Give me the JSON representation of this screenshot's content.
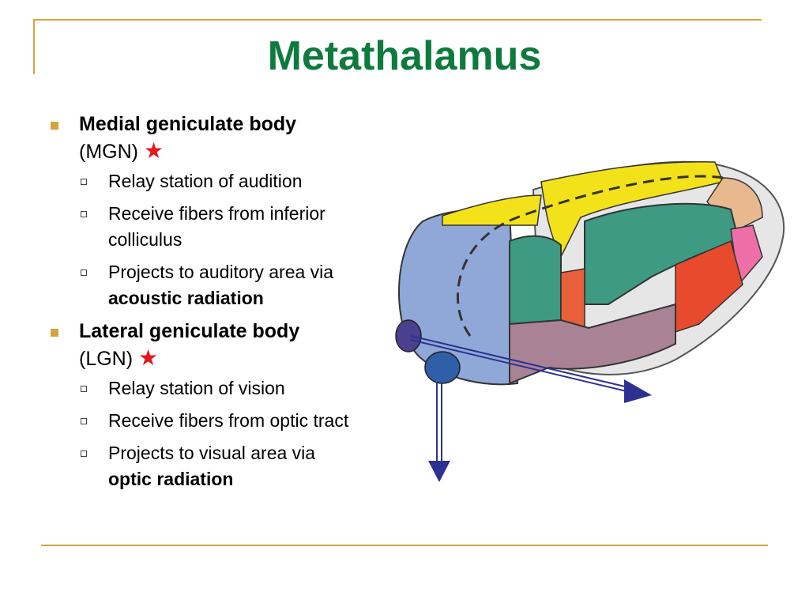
{
  "slide": {
    "title": "Metathalamus",
    "bullets": [
      {
        "heading": "Medial geniculate body",
        "abbr": "(MGN)",
        "star": "★",
        "subs": [
          {
            "text": "Relay station of audition",
            "bold": ""
          },
          {
            "text": "Receive fibers from inferior colliculus",
            "bold": ""
          },
          {
            "text": "Projects to auditory area via",
            "bold": "acoustic radiation"
          }
        ]
      },
      {
        "heading": "Lateral geniculate body",
        "abbr": "(LGN)",
        "star": "★",
        "subs": [
          {
            "text": "Relay station of vision",
            "bold": ""
          },
          {
            "text": "Receive fibers from optic tract",
            "bold": ""
          },
          {
            "text": "Projects to visual area via",
            "bold": "optic radiation"
          }
        ]
      }
    ]
  },
  "colors": {
    "title": "#0e7a3e",
    "frame": "#d4a53c",
    "bullet": "#d4a53c",
    "star": "#e8161c",
    "arrow": "#2e3192"
  },
  "diagram": {
    "icon": "thalamus-illustration"
  }
}
